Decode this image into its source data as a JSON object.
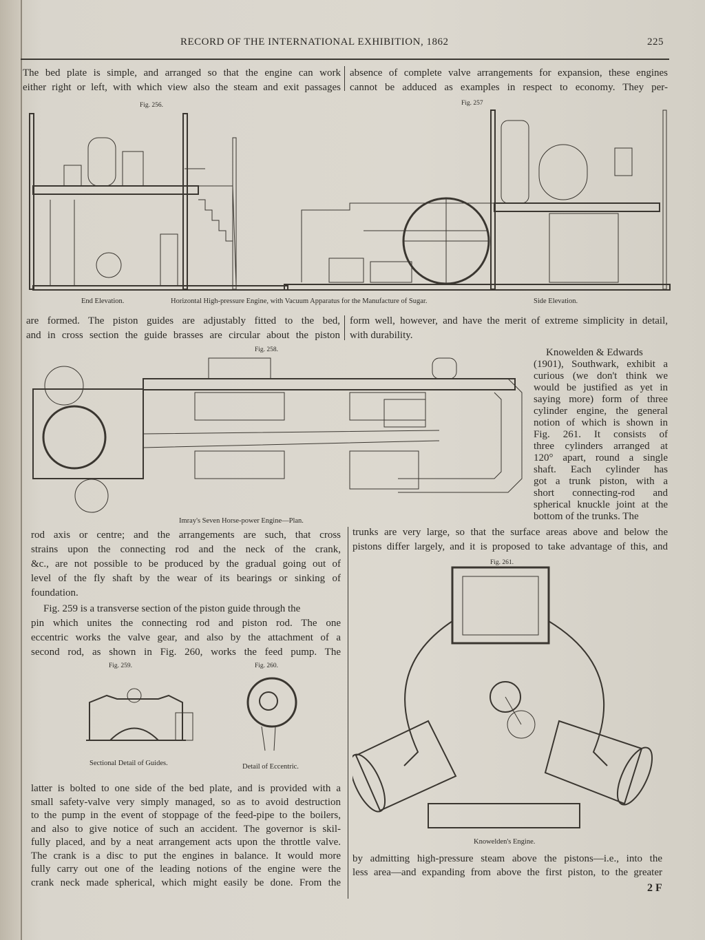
{
  "header": {
    "title": "RECORD OF THE INTERNATIONAL EXHIBITION, 1862",
    "page_number": "225"
  },
  "top_left": [
    "The bed plate is simple, and arranged so that the engine can work",
    "either right or left, with which view also the steam and exit passages"
  ],
  "top_right": [
    "absence of complete valve arrangements for expansion, these engines",
    "cannot be adduced as examples in respect to economy.   They per-"
  ],
  "fig256": {
    "label": "Fig. 256.",
    "caption": "End Elevation."
  },
  "fig257": {
    "label": "Fig. 257",
    "caption": "Side Elevation."
  },
  "fig256_257_caption": "Horizontal High-pressure Engine, with Vacuum Apparatus for the Manufacture of Sugar.",
  "mid_left": [
    "are formed.  The piston guides are adjustably fitted to the bed,",
    "and in cross section the guide brasses are circular about the piston"
  ],
  "mid_right": [
    "form well, however, and have the merit of extreme simplicity in detail,",
    "with durability."
  ],
  "fig258": {
    "label": "Fig. 258.",
    "caption": "Imray's Seven Horse-power Engine—Plan."
  },
  "side_right": [
    "Knowelden & Edwards",
    "(1901), Southwark, exhibit a",
    "curious (we don't think we",
    "would be justified as yet in",
    "saying more) form of three",
    "cylinder engine, the general",
    "notion of which is shown in",
    "Fig. 261.  It consists of",
    "three cylinders arranged at",
    "120° apart, round a single",
    "shaft.  Each cylinder has",
    "got a trunk piston, with a",
    "short connecting-rod and",
    "spherical knuckle joint at the",
    "bottom of the trunks.  The"
  ],
  "lower_right": [
    "trunks are very large, so that the surface areas above and below the",
    "pistons differ largely, and it is proposed to take advantage of this, and"
  ],
  "lower_left_1": [
    "rod axis or centre; and the arrangements are such, that cross",
    "strains upon the connecting rod and the neck of the crank,",
    "&c., are not possible to be produced by the gradual going out of",
    "level of the fly shaft by the wear of its bearings or sinking of",
    "foundation."
  ],
  "lower_left_2": [
    "Fig. 259 is a transverse section of the piston guide through the",
    "pin which unites the connecting rod and piston rod.  The one",
    "eccentric works the valve gear, and also by the attachment of a",
    "second rod, as shown in Fig. 260, works the feed pump.  The"
  ],
  "fig259": {
    "label": "Fig. 259.",
    "caption": "Sectional Detail of Guides."
  },
  "fig260": {
    "label": "Fig. 260.",
    "caption": "Detail of Eccentric."
  },
  "fig261": {
    "label": "Fig. 261.",
    "caption": "Knowelden's Engine."
  },
  "bottom_left": [
    "latter is bolted to one side of the bed plate, and is provided with a",
    "small safety-valve very simply managed, so as to avoid destruction",
    "to the pump in the event of stoppage of the feed-pipe to the boilers,",
    "and also to give notice of such an accident.  The governor is skil-",
    "fully placed, and by a neat arrangement acts upon the throttle valve.",
    "The crank is a disc to put the engines in balance.  It would more",
    "fully carry out one of the leading notions of the engine were the",
    "crank neck made spherical, which might easily be done.   From the"
  ],
  "bottom_right": [
    "by admitting high-pressure steam above the pistons—i.e., into the",
    "less area—and expanding from above the first piston, to the greater"
  ],
  "signature": "2 F"
}
